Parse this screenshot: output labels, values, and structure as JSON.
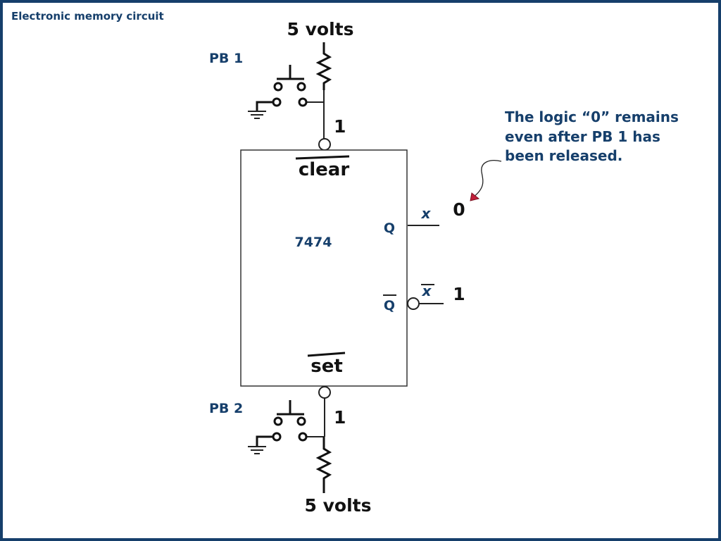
{
  "title": "Electronic memory circuit",
  "chip": {
    "part_number": "7474",
    "clear_label": "clear",
    "set_label": "set",
    "q_label": "Q",
    "qbar_label": "Q"
  },
  "top_supply": {
    "voltage_label": "5 volts",
    "button_label": "PB 1",
    "node_value": "1"
  },
  "bottom_supply": {
    "voltage_label": "5 volts",
    "button_label": "PB 2",
    "node_value": "1"
  },
  "outputs": {
    "q_symbol": "x",
    "q_value": "0",
    "qbar_symbol": "x",
    "qbar_value": "1"
  },
  "note": {
    "lines": [
      "The logic “0” remains",
      "even after PB 1 has",
      "been released."
    ],
    "pointer_color": "#c0203a"
  },
  "colors": {
    "accent": "#163f6b",
    "ink": "#111111",
    "background": "#ffffff"
  }
}
